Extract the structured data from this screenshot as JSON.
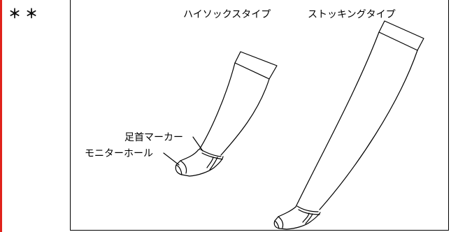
{
  "section_marker": "＊＊",
  "labels": {
    "high_sock_type": "ハイソックスタイプ",
    "stocking_type": "ストッキングタイプ",
    "ankle_marker": "足首マーカー",
    "monitor_hole": "モニターホール"
  },
  "colors": {
    "left_bar": "#e0221b",
    "line": "#000000"
  }
}
